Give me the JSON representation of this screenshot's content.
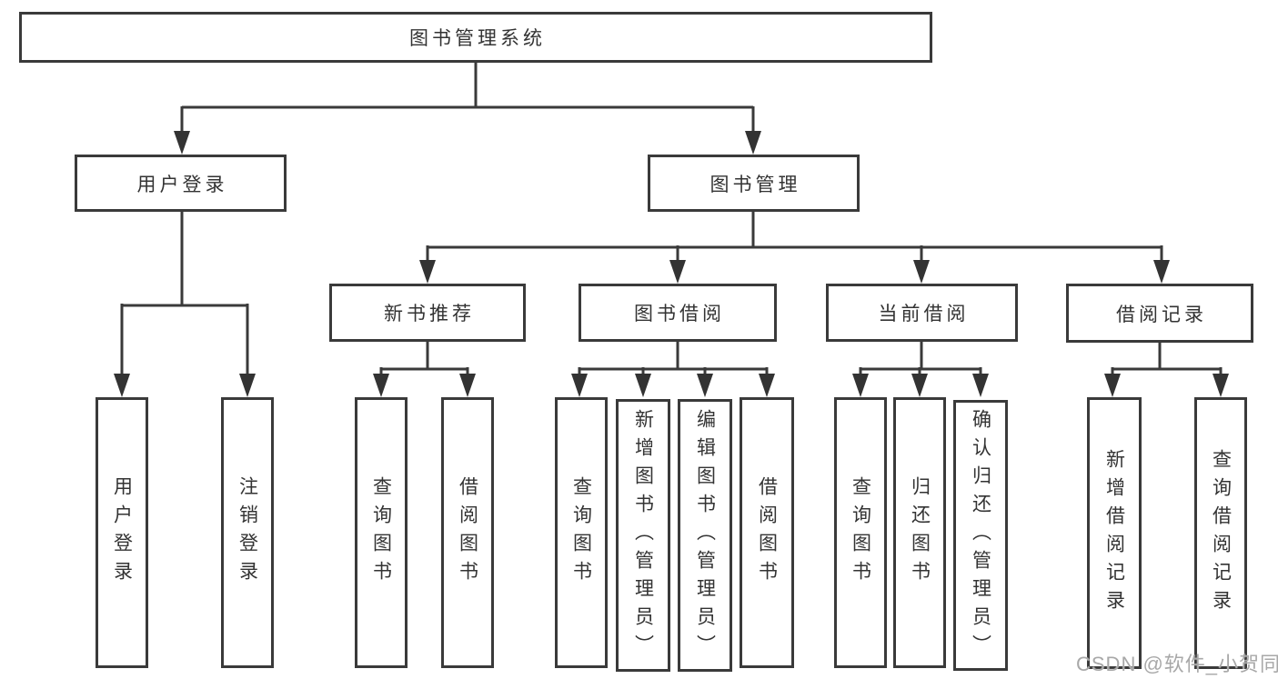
{
  "nodes": {
    "root": "图书管理系统",
    "user_login": "用户登录",
    "book_management": "图书管理",
    "new_book_recommend": "新书推荐",
    "book_borrowing": "图书借阅",
    "current_borrowing": "当前借阅",
    "borrowing_records": "借阅记录",
    "leaf_user_login": "用户登录",
    "leaf_logout": "注销登录",
    "nb_query_books": "查询图书",
    "nb_borrow_books": "借阅图书",
    "bb_query_books": "查询图书",
    "bb_add_books": "新增图书（管理员）",
    "bb_edit_books": "编辑图书（管理员）",
    "bb_borrow_books": "借阅图书",
    "cb_query_books": "查询图书",
    "cb_return_books": "归还图书",
    "cb_confirm_return": "确认归还（管理员）",
    "br_add_record": "新增借阅记录",
    "br_query_record": "查询借阅记录"
  },
  "watermark": "CSDN @软件_小贺同学",
  "colors": {
    "line": "#3a3a3a",
    "text": "#333333",
    "background": "#ffffff",
    "watermark": "#a8a8a8"
  }
}
